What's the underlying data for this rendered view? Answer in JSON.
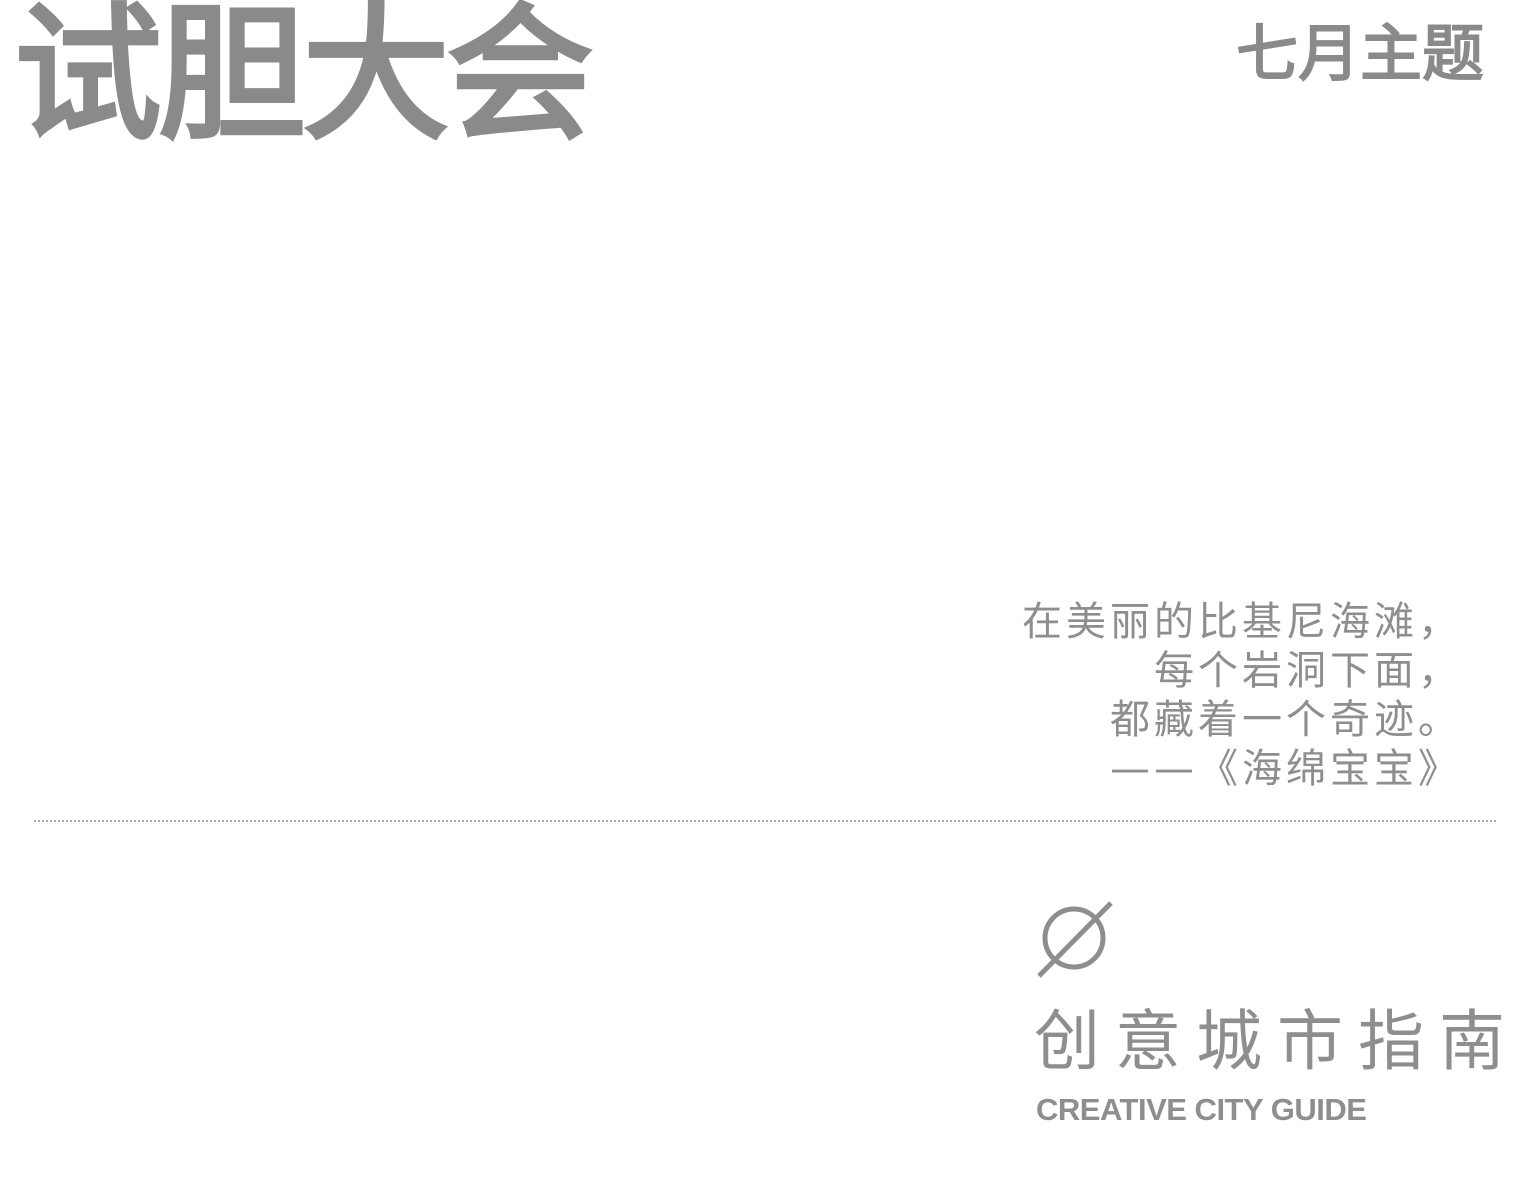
{
  "header": {
    "title": "试胆大会",
    "month_theme": "七月主题"
  },
  "quote": {
    "lines": [
      "在美丽的比基尼海滩，",
      "每个岩洞下面，",
      "都藏着一个奇迹。",
      "——《海绵宝宝》"
    ]
  },
  "brand": {
    "name_cn": "创意城市指南",
    "name_en": "CREATIVE CITY GUIDE",
    "mark_icon": "empty-set-icon"
  },
  "colors": {
    "text": "#8e8e8e",
    "background": "#ffffff"
  }
}
